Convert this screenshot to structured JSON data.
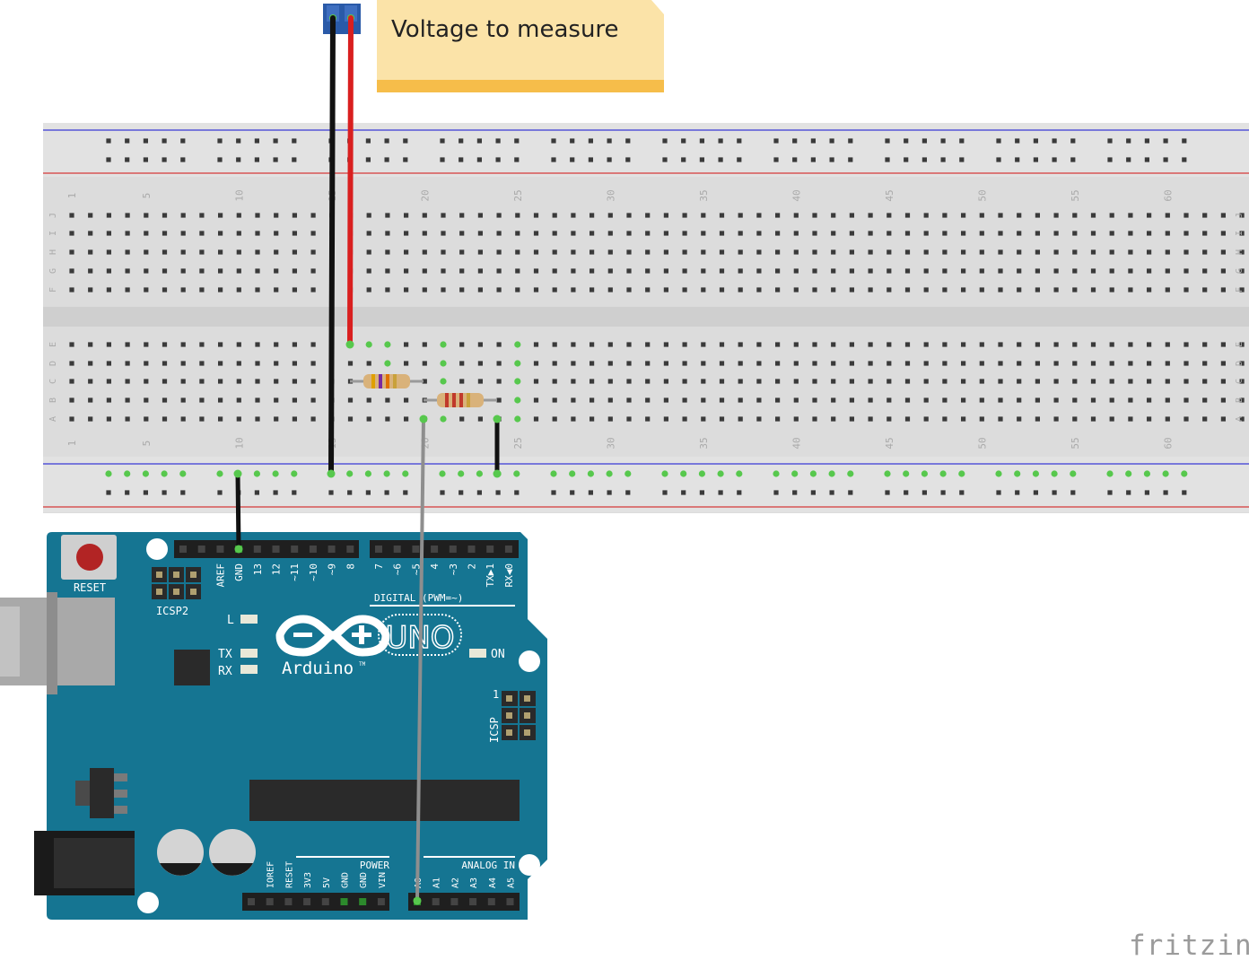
{
  "note": {
    "text": "Voltage to measure"
  },
  "brand": "fritzing",
  "breadboard": {
    "column_numbers": [
      "1",
      "5",
      "10",
      "15",
      "20",
      "25",
      "30",
      "35",
      "40",
      "45",
      "50",
      "55",
      "60"
    ],
    "top_rows": [
      "J",
      "I",
      "H",
      "G",
      "F"
    ],
    "bottom_rows": [
      "E",
      "D",
      "C",
      "B",
      "A"
    ]
  },
  "arduino": {
    "reset_label": "RESET",
    "icsp2_label": "ICSP2",
    "icsp_label": "ICSP",
    "icsp_pin1": "1",
    "digital_pins": [
      "AREF",
      "GND",
      "13",
      "12",
      "~11",
      "~10",
      "~9",
      "8",
      "7",
      "~6",
      "~5",
      "4",
      "~3",
      "2",
      "TX▶1",
      "RX◀0"
    ],
    "digital_header_label": "DIGITAL (PWM=~)",
    "led_l": "L",
    "led_tx": "TX",
    "led_rx": "RX",
    "led_on": "ON",
    "logo_text": "Arduino",
    "logo_tm": "TM",
    "model": "UNO",
    "power_label": "POWER",
    "power_pins": [
      "IOREF",
      "RESET",
      "3V3",
      "5V",
      "GND",
      "GND",
      "VIN"
    ],
    "analog_label": "ANALOG IN",
    "analog_pins": [
      "A0",
      "A1",
      "A2",
      "A3",
      "A4",
      "A5"
    ]
  },
  "colors": {
    "board": "#157592",
    "breadboard": "#d9d9d9",
    "wire_black": "#111111",
    "wire_red": "#d91f1f",
    "wire_gray": "#8e8e8e",
    "note_bg": "#fbe3a8",
    "note_bar": "#f6bd4a"
  }
}
